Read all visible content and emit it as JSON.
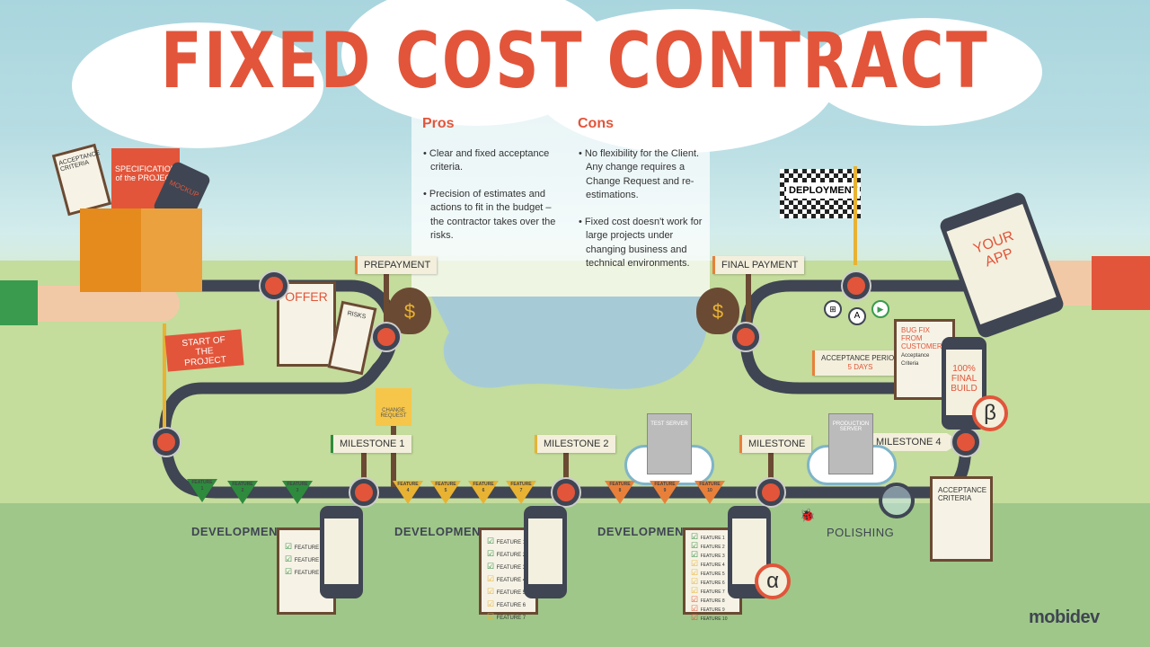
{
  "title": "FIXED COST CONTRACT",
  "pros": {
    "heading": "Pros",
    "items": [
      "Clear and fixed acceptance criteria.",
      "Precision of estimates and actions to fit in the budget – the contractor takes over the risks."
    ]
  },
  "cons": {
    "heading": "Cons",
    "items": [
      "No flexibility for the Client. Any change requires a Change Request and re-estimations.",
      "Fixed cost doesn't work for large projects under changing business and technical environments."
    ]
  },
  "box": {
    "acceptance": "ACCEPTANCE CRITERIA",
    "spec": "SPECIFICATION of the PROJECT",
    "mockup": "MOCKUP"
  },
  "start_flag": "START OF THE PROJECT",
  "offer": "OFFER",
  "risks": "RISKS",
  "signs": {
    "prepayment": "PREPAYMENT",
    "final_payment": "FINAL PAYMENT",
    "milestone1": "MILESTONE 1",
    "milestone2": "MILESTONE 2",
    "milestone3": "MILESTONE",
    "milestone4": "MILESTONE 4",
    "change_request": "CHANGE REQUEST",
    "deployment": "DEPLOYMENT",
    "acceptance_period": "ACCEPTANCE PERIOD",
    "acceptance_days": "5 DAYS"
  },
  "money_symbol": "$",
  "feature_label": "FEATURE",
  "features": [
    "1",
    "2",
    "3",
    "4",
    "5",
    "6",
    "7",
    "8",
    "9",
    "10"
  ],
  "phases": {
    "dev": "DEVELOPMENT",
    "polishing": "POLISHING"
  },
  "checklists": {
    "c1": [
      "FEATURE 1",
      "FEATURE 2",
      "FEATURE 3"
    ],
    "c2": [
      "FEATURE 1",
      "FEATURE 2",
      "FEATURE 3",
      "FEATURE 4",
      "FEATURE 5",
      "FEATURE 6",
      "FEATURE 7"
    ],
    "c3": [
      "FEATURE 1",
      "FEATURE 2",
      "FEATURE 3",
      "FEATURE 4",
      "FEATURE 5",
      "FEATURE 6",
      "FEATURE 7",
      "FEATURE 8",
      "FEATURE 9",
      "FEATURE 10"
    ]
  },
  "servers": {
    "test": "TEST SERVER",
    "production": "PRODUCTION SERVER"
  },
  "alpha": "α",
  "beta": "β",
  "your_app": "YOUR APP",
  "bugfix": {
    "title": "BUG FIX FROM CUSTOMER",
    "sub": "Acceptance Criteria"
  },
  "final_build": "100% FINAL BUILD",
  "acceptance_criteria": "ACCEPTANCE CRITERIA",
  "logo": "mobidev"
}
